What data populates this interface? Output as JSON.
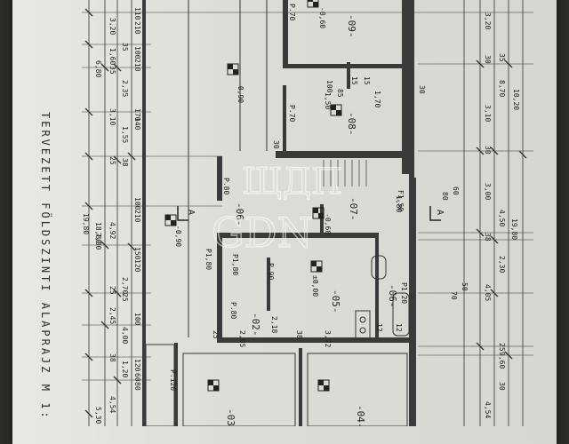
{
  "caption": "TERVEZETT FÖLDSZINTI ALAPRAJZ M 1:",
  "watermark": {
    "line1": "ЩДП",
    "line2": "GDN"
  },
  "rooms": [
    {
      "id": "09",
      "label": "-09-",
      "level": "-0,60"
    },
    {
      "id": "08",
      "label": "-08-",
      "level": "-0,90"
    },
    {
      "id": "07",
      "label": "-07-",
      "level": "-0,60"
    },
    {
      "id": "06",
      "label": "-06-"
    },
    {
      "id": "05",
      "label": "-05-",
      "level": "±0,00"
    },
    {
      "id": "02",
      "label": "-02-"
    },
    {
      "id": "03",
      "label": "-03-"
    },
    {
      "id": "04",
      "label": "-04-"
    },
    {
      "id": "06b",
      "label": "-06-",
      "level": "-0,90"
    }
  ],
  "left_dims_outer": [
    "3,20",
    "1,60",
    "2,35",
    "3,10",
    "1,55",
    "4,92",
    "7,80",
    "2,70",
    "2,45",
    "4,00",
    "1,20",
    "4,54",
    "5,30"
  ],
  "left_dims_inner": [
    "110",
    "210",
    "100",
    "210",
    "170",
    "140",
    "100",
    "210",
    "150",
    "120",
    "100",
    "120",
    "60",
    "80"
  ],
  "left_small": [
    "35",
    "35",
    "25",
    "25",
    "38",
    "38",
    "25",
    "6,80"
  ],
  "left_totals": [
    "19,80",
    "18,80"
  ],
  "right_dims": [
    "3,20",
    "8,70",
    "10,20",
    "3,10",
    "3,00",
    "4,50",
    "2,30",
    "4,05",
    "9,60",
    "4,54",
    "19,80"
  ],
  "right_small": [
    "30",
    "30",
    "38",
    "35",
    "25",
    "30"
  ],
  "right_opening": [
    "60",
    "80",
    "50",
    "70"
  ],
  "inner_dims": [
    "30",
    "100",
    "85",
    "15",
    "15",
    "1,70",
    "1,50",
    "1,80",
    "30",
    "25",
    "2,05",
    "3,22",
    "38",
    "12",
    "12",
    "2,18"
  ],
  "door_tags": [
    "P.70",
    "P.70",
    "P.80",
    "P1,80",
    "P.90",
    "P.80",
    "P.120",
    "F1,50",
    "P1,20",
    "P1,80"
  ],
  "section_mark": "A"
}
